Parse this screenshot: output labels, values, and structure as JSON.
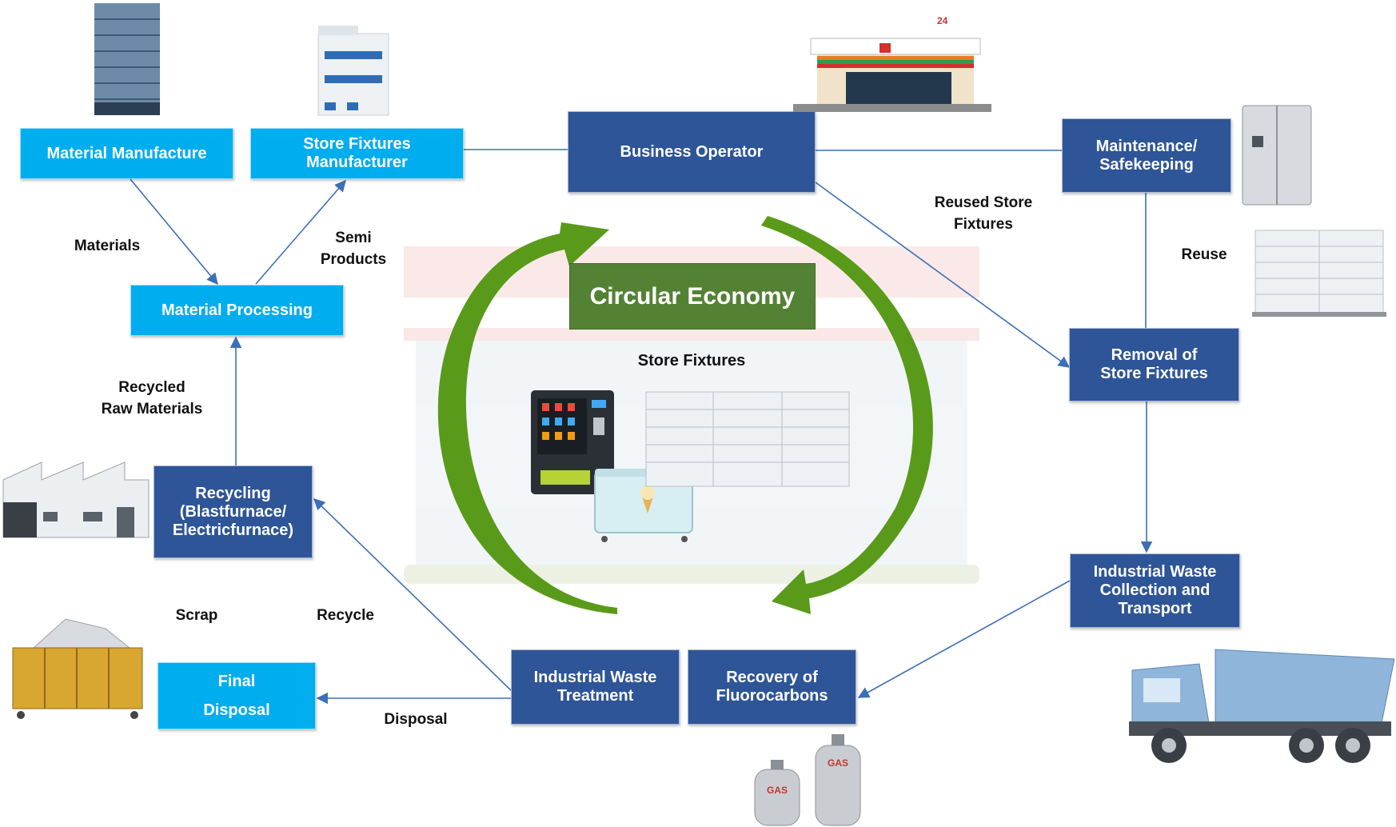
{
  "diagram": {
    "center_title": "Circular Economy",
    "center_subtitle": "Store Fixtures",
    "colors": {
      "light_box": "#00adef",
      "dark_box": "#2e5597",
      "cycle_arrow": "#5a9a1a",
      "title_box": "#548235",
      "connector": "#3d6fb6"
    },
    "nodes": {
      "material_manufacture": "Material Manufacture",
      "store_fixtures_manufacturer": "Store Fixtures\nManufacturer",
      "business_operator": "Business Operator",
      "maintenance": "Maintenance/\nSafekeeping",
      "material_processing": "Material Processing",
      "removal": "Removal of\nStore Fixtures",
      "recycling": "Recycling\n(Blastfurnace/\nElectricfurnace)",
      "iw_collection": "Industrial Waste\nCollection and\nTransport",
      "iw_treatment": "Industrial Waste\nTreatment",
      "recovery_fluorocarbons": "Recovery of\nFluorocarbons",
      "final_disposal": "Final\nDisposal"
    },
    "edge_labels": {
      "materials": "Materials",
      "semi_products": "Semi\nProducts",
      "reused_store_fixtures": "Reused Store\nFixtures",
      "reuse": "Reuse",
      "recycled_raw_materials": "Recycled\nRaw Materials",
      "scrap": "Scrap",
      "recycle": "Recycle",
      "disposal": "Disposal"
    },
    "icons": {
      "office_building": "office-building",
      "fixtures_factory": "fixtures-factory-building",
      "convenience_store": "convenience-store",
      "convenience_store_sign": "24",
      "refrigerator": "refrigerator",
      "shelving": "display-shelf",
      "factories": "factory",
      "scrap_bin": "scrap-container",
      "dump_truck": "dump-truck",
      "gas_cylinder_label": "GAS",
      "vending_machine": "vending-machine",
      "ice_cream_freezer": "ice-cream-freezer"
    }
  }
}
